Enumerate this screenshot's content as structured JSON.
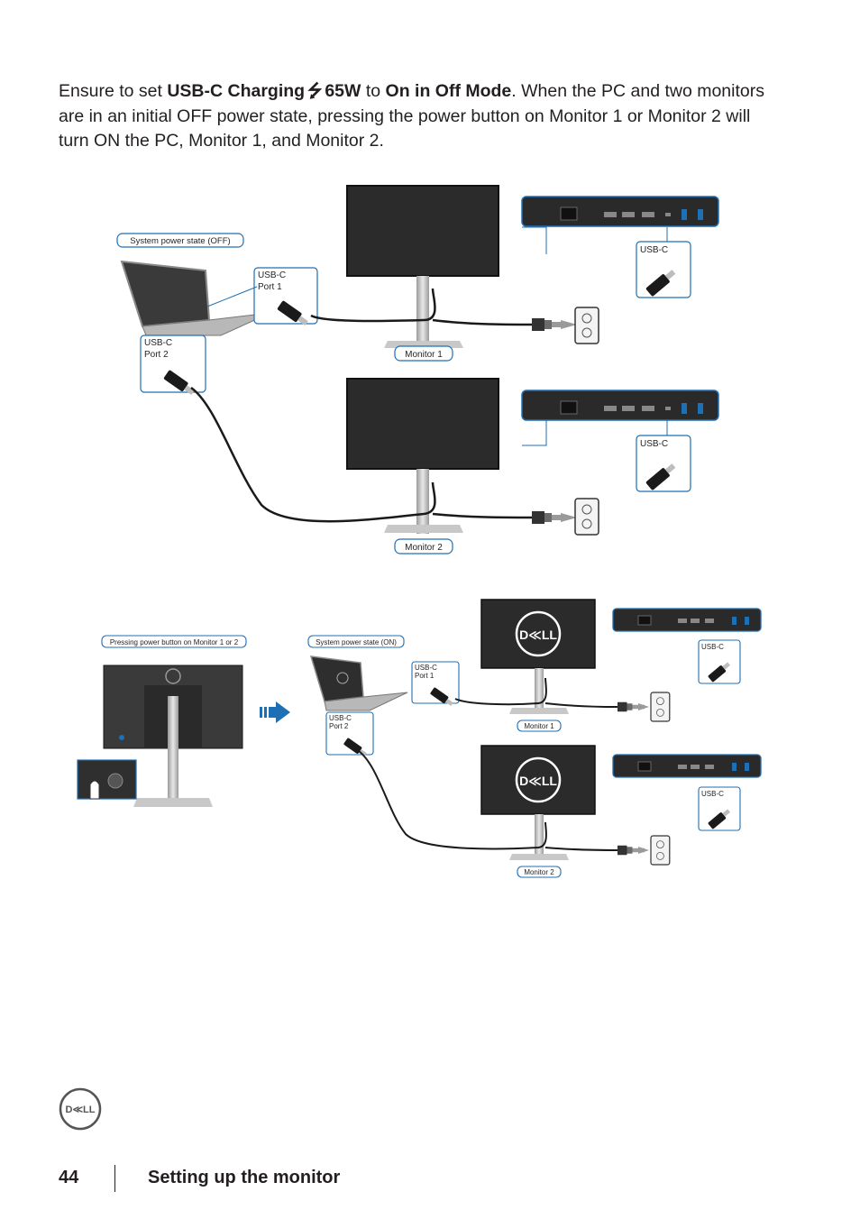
{
  "intro": {
    "t1": "Ensure to set ",
    "b1": "USB-C Charging",
    "icon": "usb-c-power-icon",
    "b2": "65W",
    "t2": " to ",
    "b3": "On in Off Mode",
    "t3": ". When the PC and two monitors are in an initial OFF power state, pressing the power button on Monitor 1 or Monitor 2 will turn ON the PC, Monitor 1, and Monitor 2."
  },
  "diagram_top": {
    "system_state": "System power state (OFF)",
    "port1_line1": "USB-C",
    "port1_line2": "Port 1",
    "port2_line1": "USB-C",
    "port2_line2": "Port 2",
    "monitor1": "Monitor 1",
    "monitor2": "Monitor 2",
    "usbc_callout1": "USB-C",
    "usbc_callout2": "USB-C"
  },
  "diagram_bottom": {
    "pressing": "Pressing power button on Monitor 1 or 2",
    "system_state": "System power state (ON)",
    "port1_line1": "USB-C",
    "port1_line2": "Port 1",
    "port2_line1": "USB-C",
    "port2_line2": "Port 2",
    "monitor1": "Monitor 1",
    "monitor2": "Monitor 2",
    "usbc_callout1": "USB-C",
    "usbc_callout2": "USB-C",
    "logo1": "D≪LL",
    "logo2": "D≪LL"
  },
  "footer": {
    "page_number": "44",
    "section_title": "Setting up the monitor",
    "logo": "D≪LL"
  },
  "colors": {
    "callout_border": "#1f6fb5",
    "cable": "#1a1a1a",
    "text": "#231f20"
  }
}
